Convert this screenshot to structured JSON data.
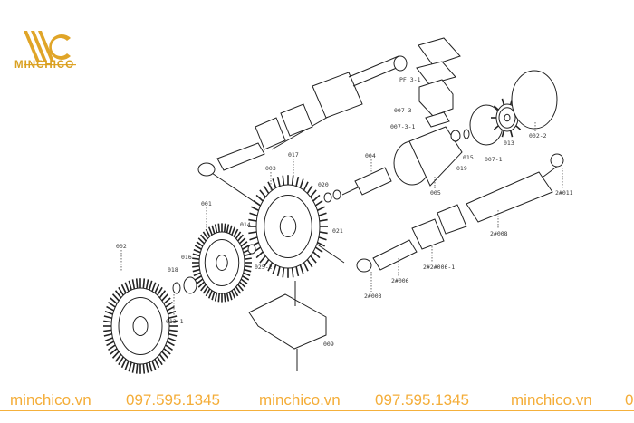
{
  "brand": {
    "name": "MINCHICO",
    "color": "#d9a020"
  },
  "diagram": {
    "title": "Exploded view of ring blower",
    "labels": [
      "002",
      "001",
      "003",
      "017",
      "020",
      "021",
      "014",
      "016",
      "018",
      "012-1",
      "025-2",
      "009",
      "004",
      "005",
      "019",
      "015",
      "007-1",
      "013",
      "002-2",
      "2#011",
      "2#008",
      "2#2#006-1",
      "2#006",
      "2#003",
      "PF 3-1",
      "007-3",
      "007-3-1"
    ]
  },
  "footer": {
    "color": "#f4ad38",
    "items": [
      "minchico.vn",
      "097.595.1345",
      "minchico.vn",
      "097.595.1345",
      "minchico.vn",
      "0"
    ]
  }
}
